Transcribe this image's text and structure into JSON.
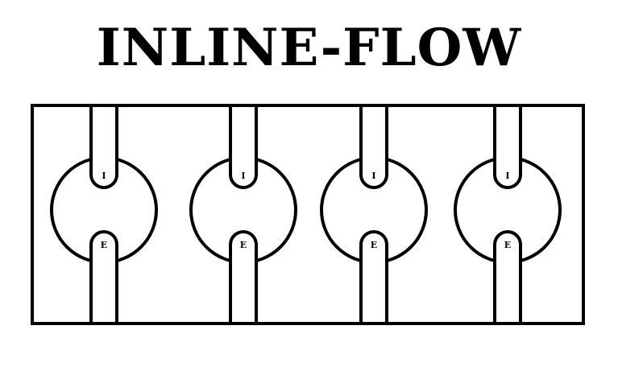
{
  "title": "INLINE-FLOW",
  "cylinders": [
    {
      "intake_label": "I",
      "exhaust_label": "E"
    },
    {
      "intake_label": "I",
      "exhaust_label": "E"
    },
    {
      "intake_label": "I",
      "exhaust_label": "E"
    },
    {
      "intake_label": "I",
      "exhaust_label": "E"
    }
  ]
}
